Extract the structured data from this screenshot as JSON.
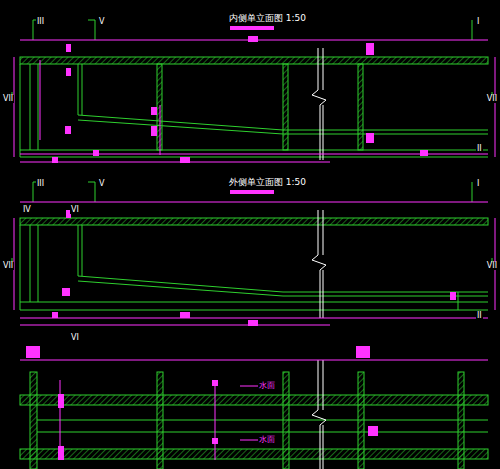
{
  "diagram": {
    "labels": [
      "内侧单立面图 1:50",
      "外侧单立面图 1:50",
      "III",
      "V",
      "I",
      "VII",
      "VII",
      "II",
      "III",
      "V",
      "IV",
      "VI",
      "I",
      "VII",
      "VII",
      "II",
      "VI",
      "水面",
      "水面"
    ]
  }
}
